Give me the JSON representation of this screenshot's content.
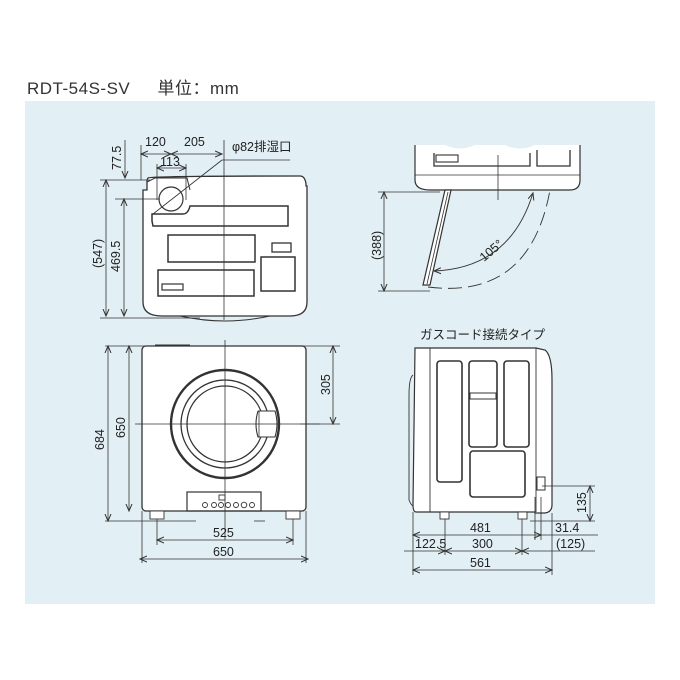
{
  "header": {
    "model": "RDT-54S-SV",
    "unit_label": "単位：mm"
  },
  "top_view": {
    "dims": {
      "vent_offset": "120",
      "vent_to_center": "205",
      "vent_width": "113",
      "vent_label": "φ82排湿口",
      "top_depth": "77.5",
      "overall_depth": "(547)",
      "body_depth": "469.5"
    }
  },
  "door_view": {
    "dims": {
      "door_drop": "(388)",
      "door_angle": "105°"
    }
  },
  "front_view": {
    "dims": {
      "total_height": "684",
      "body_height": "650",
      "drum_center_from_top": "305",
      "foot_span": "525",
      "total_width": "650"
    }
  },
  "side_view": {
    "caption": "ガスコード接続タイプ",
    "dims": {
      "gas_height": "135",
      "foot_to_gas": "481",
      "gas_offset": "31.4",
      "front_to_foot": "122.5",
      "foot_span": "300",
      "rear_projection": "(125)",
      "total_depth": "561"
    }
  },
  "colors": {
    "panel_bg": "#e2eff4",
    "line": "#333333",
    "body_fill": "#ffffff"
  }
}
